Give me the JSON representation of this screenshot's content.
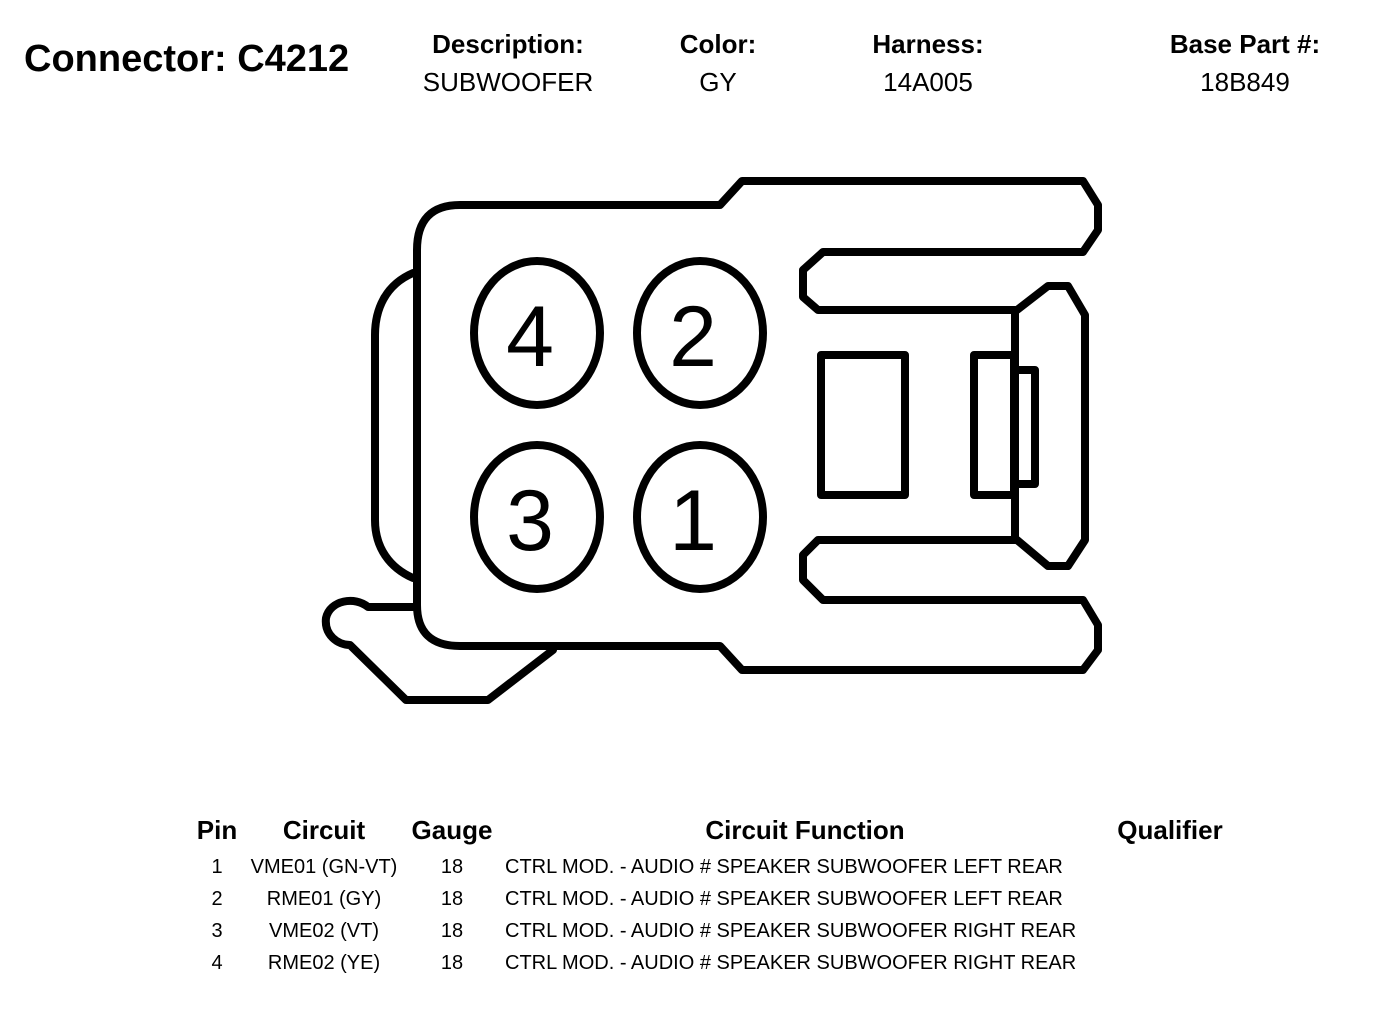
{
  "header": {
    "title": "Connector: C4212",
    "fields": [
      {
        "label": "Description:",
        "value": "SUBWOOFER"
      },
      {
        "label": "Color:",
        "value": "GY"
      },
      {
        "label": "Harness:",
        "value": "14A005"
      },
      {
        "label": "Base Part #:",
        "value": "18B849"
      }
    ]
  },
  "diagram": {
    "pin_labels": [
      "4",
      "2",
      "3",
      "1"
    ]
  },
  "table": {
    "columns": [
      "Pin",
      "Circuit",
      "Gauge",
      "Circuit Function",
      "Qualifier"
    ],
    "rows": [
      {
        "pin": "1",
        "circuit": "VME01 (GN-VT)",
        "gauge": "18",
        "function": "CTRL MOD. - AUDIO # SPEAKER SUBWOOFER LEFT REAR",
        "qualifier": ""
      },
      {
        "pin": "2",
        "circuit": "RME01 (GY)",
        "gauge": "18",
        "function": "CTRL MOD. - AUDIO # SPEAKER SUBWOOFER LEFT REAR",
        "qualifier": ""
      },
      {
        "pin": "3",
        "circuit": "VME02 (VT)",
        "gauge": "18",
        "function": "CTRL MOD. - AUDIO # SPEAKER SUBWOOFER RIGHT REAR",
        "qualifier": ""
      },
      {
        "pin": "4",
        "circuit": "RME02 (YE)",
        "gauge": "18",
        "function": "CTRL MOD. - AUDIO # SPEAKER SUBWOOFER RIGHT REAR",
        "qualifier": ""
      }
    ]
  }
}
